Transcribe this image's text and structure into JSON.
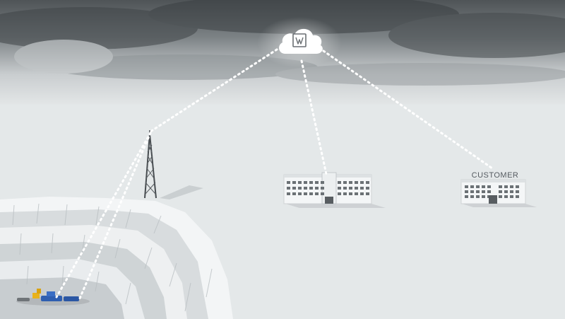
{
  "diagram": {
    "nodes": [
      {
        "id": "cloud",
        "icon": "cloud-logo-icon"
      },
      {
        "id": "tower",
        "icon": "radio-tower-icon"
      },
      {
        "id": "office",
        "icon": "office-building-icon"
      },
      {
        "id": "customer",
        "icon": "customer-building-icon",
        "label": "CUSTOMER"
      },
      {
        "id": "quarry",
        "icon": "quarry-icon"
      },
      {
        "id": "machinery",
        "icon": "mining-machinery-icon"
      }
    ],
    "links": [
      {
        "from": "cloud",
        "to": "tower",
        "style": "dotted"
      },
      {
        "from": "cloud",
        "to": "office",
        "style": "dotted"
      },
      {
        "from": "cloud",
        "to": "customer",
        "style": "dotted"
      },
      {
        "from": "tower",
        "to": "machinery",
        "style": "dotted"
      }
    ],
    "colors": {
      "sky": "#5f6467",
      "ground": "#e6e9ea",
      "link": "#ffffff",
      "machine": "#2f5fb0",
      "accent": "#e8b21c"
    }
  }
}
